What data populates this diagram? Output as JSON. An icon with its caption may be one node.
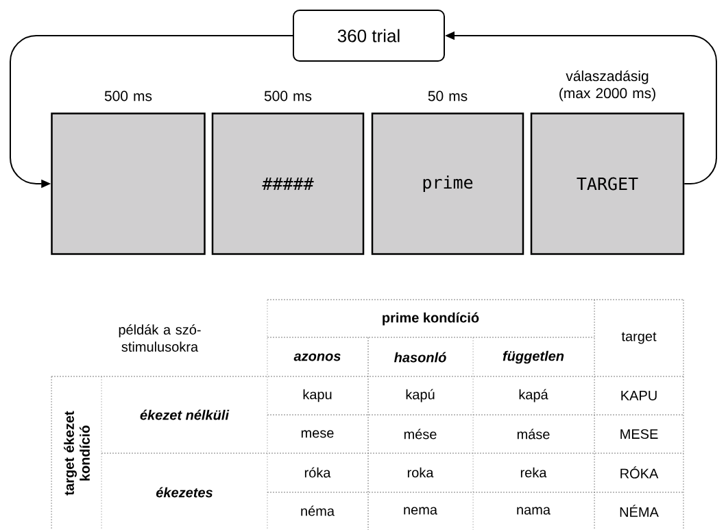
{
  "diagram": {
    "nodes": [
      {
        "text": [
          "360 trial"
        ]
      },
      {
        "text": [],
        "shape": "box",
        "beside": [
          "500 ms"
        ]
      },
      {
        "text": [
          "#####"
        ],
        "beside": [
          "500 ms"
        ]
      },
      {
        "text": [
          "prime"
        ],
        "beside": [
          "50 ms"
        ]
      },
      {
        "text": [
          "TARGET"
        ],
        "beside": [
          "válaszadásig (max 2000 ms)"
        ]
      }
    ],
    "edges": [
      {
        "from": 4,
        "to": 0,
        "arrow": "to"
      },
      {
        "from": 0,
        "to": 1,
        "arrow": "to"
      }
    ],
    "labels": [
      "példák a szó-stimulusokra",
      "prime kondíció",
      "target",
      "azonos",
      "hasonló",
      "független",
      "target ékezet kondíció",
      "ékezet nélküli",
      "kapu",
      "kapú",
      "kapá",
      "KAPU",
      "mese",
      "mése",
      "máse",
      "MESE",
      "ékezetes",
      "róka",
      "roka",
      "reka",
      "RÓKA",
      "néma",
      "nema",
      "nama",
      "NÉMA"
    ]
  }
}
